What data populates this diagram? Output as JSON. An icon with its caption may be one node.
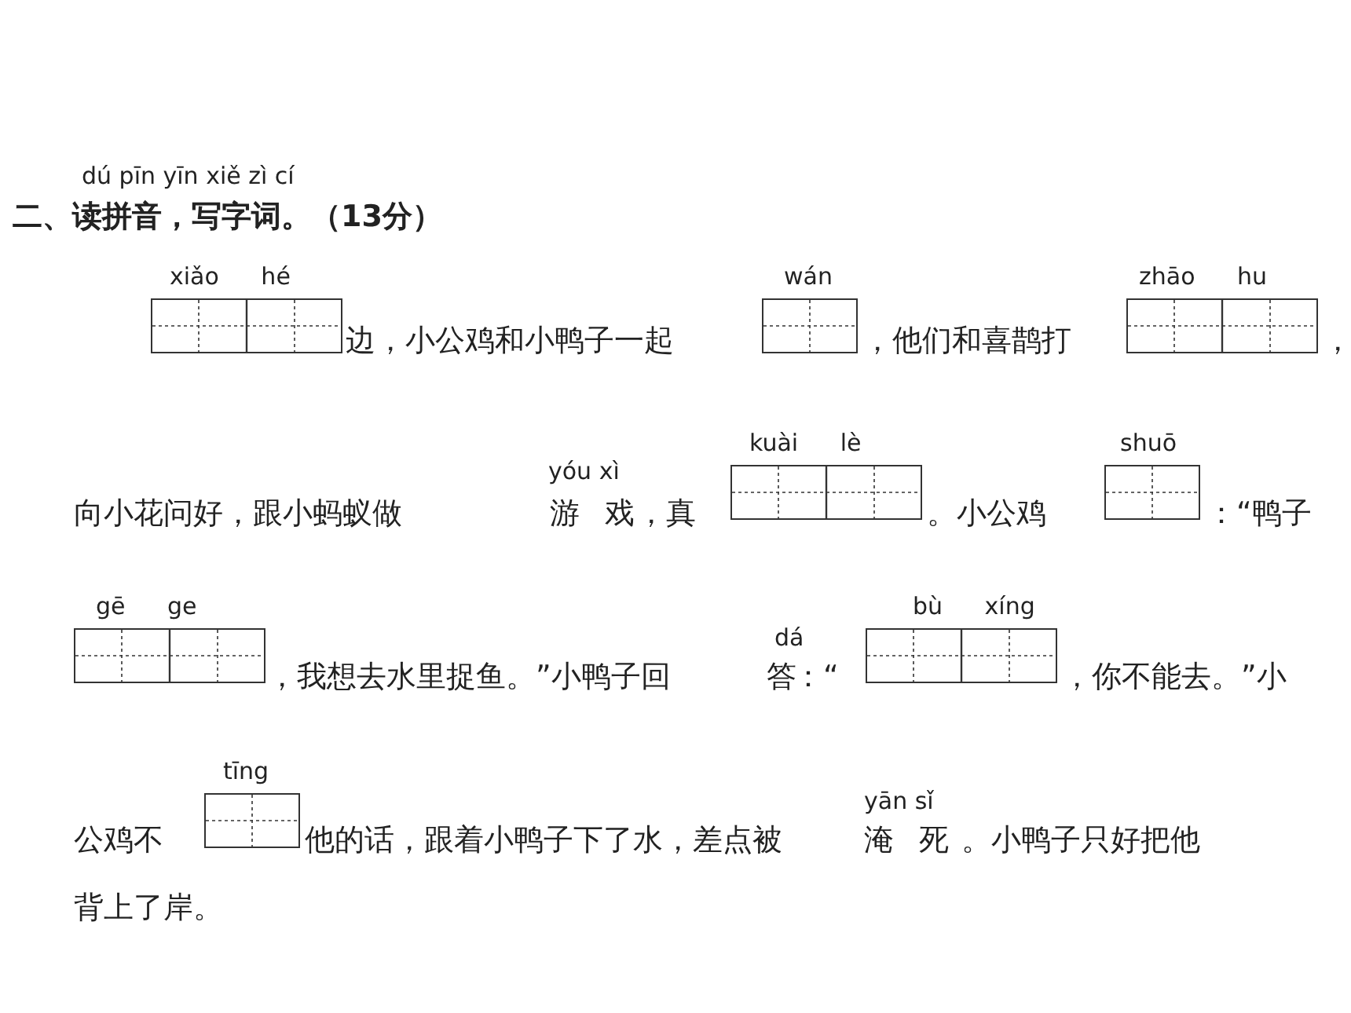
{
  "diagram": {
    "title": "二、读拼音，写字词。（13分）",
    "nodes": [
      {
        "text": [
          "xiǎo hé"
        ]
      },
      {
        "text": [
          "wán"
        ]
      },
      {
        "text": [
          "zhāo hu"
        ]
      },
      {
        "text": [
          "kuài lè"
        ]
      },
      {
        "text": [
          "shuō"
        ]
      },
      {
        "text": [
          "gē ge"
        ]
      },
      {
        "text": [
          "bù xíng"
        ]
      },
      {
        "text": [
          "tīng"
        ]
      }
    ],
    "labels": [
      "dú pīn yīn xiě zì cí",
      "边，小公鸡和小鸭子一起",
      "，他们和喜鹊打",
      "，",
      "向小花问好，跟小蚂蚁做",
      "yóu xì",
      "游戏",
      "，真",
      "。小公鸡",
      "：“鸭子",
      "，我想去水里捉鱼。”小鸭子回",
      "dá",
      "答",
      "：“",
      "，你不能去。”小",
      "公鸡不",
      "他的话，跟着小鸭子下了水，差点被",
      "yān sǐ",
      "淹死",
      "。小鸭子只好把他",
      "背上了岸。"
    ]
  }
}
